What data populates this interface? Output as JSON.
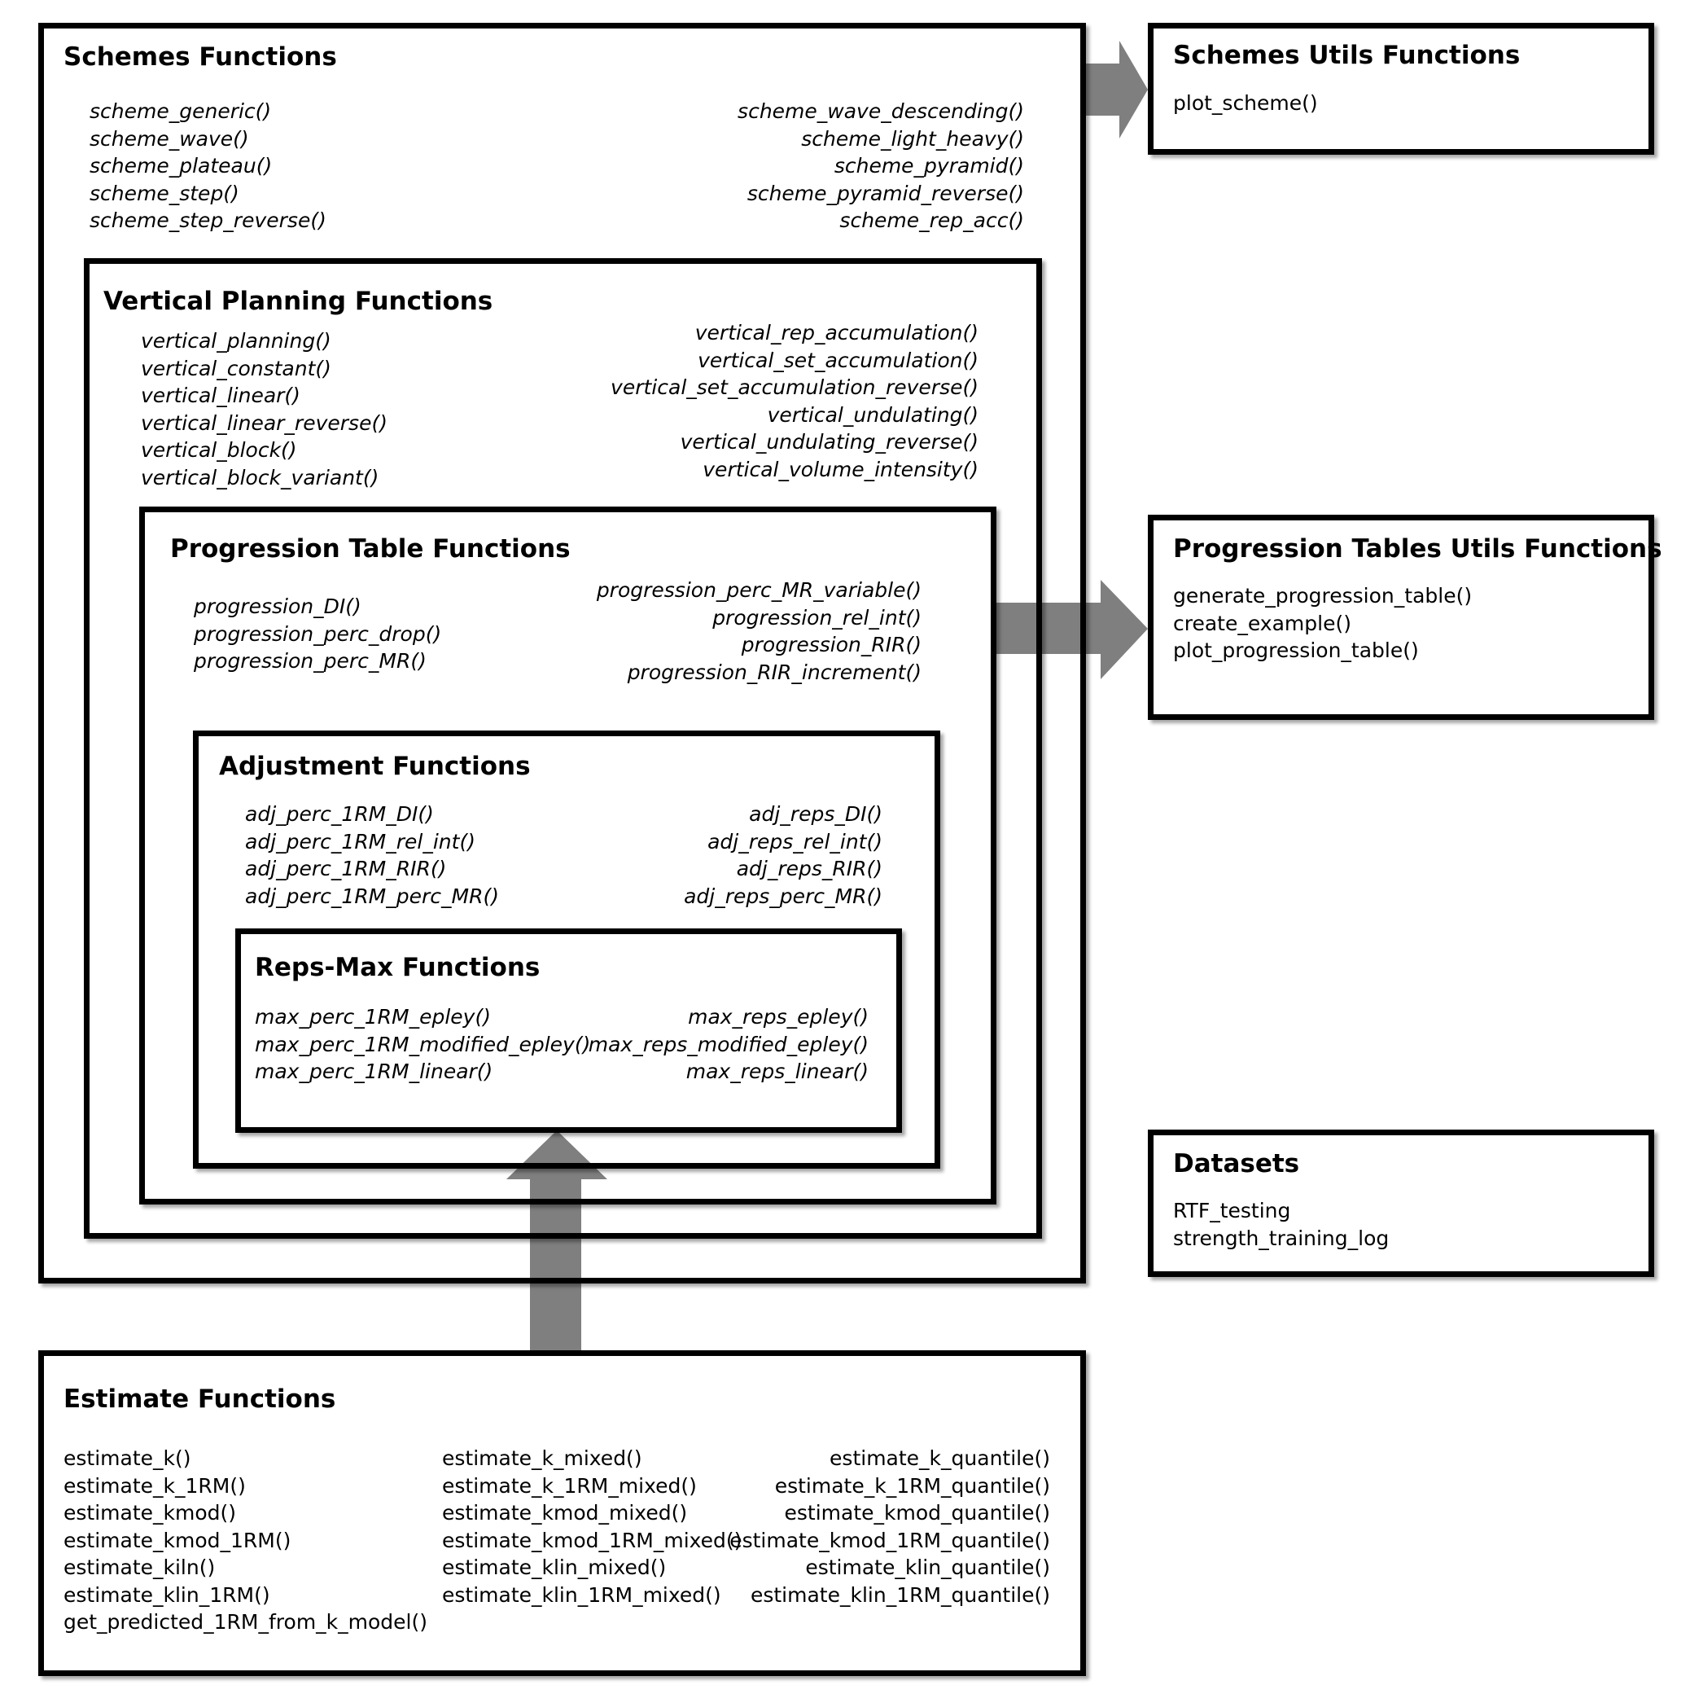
{
  "colors": {
    "border": "#000000",
    "arrow": "#7f7f7f",
    "background": "#ffffff"
  },
  "schemes": {
    "title": "Schemes Functions",
    "left": [
      "scheme_generic()",
      "scheme_wave()",
      "scheme_plateau()",
      "scheme_step()",
      "scheme_step_reverse()"
    ],
    "right": [
      "scheme_wave_descending()",
      "scheme_light_heavy()",
      "scheme_pyramid()",
      "scheme_pyramid_reverse()",
      "scheme_rep_acc()"
    ]
  },
  "vertical": {
    "title": "Vertical Planning Functions",
    "left": [
      "vertical_planning()",
      "vertical_constant()",
      "vertical_linear()",
      "vertical_linear_reverse()",
      "vertical_block()",
      "vertical_block_variant()"
    ],
    "right": [
      "vertical_rep_accumulation()",
      "vertical_set_accumulation()",
      "vertical_set_accumulation_reverse()",
      "vertical_undulating()",
      "vertical_undulating_reverse()",
      "vertical_volume_intensity()"
    ]
  },
  "progression": {
    "title": "Progression Table Functions",
    "left": [
      "progression_DI()",
      "progression_perc_drop()",
      "progression_perc_MR()"
    ],
    "right": [
      "progression_perc_MR_variable()",
      "progression_rel_int()",
      "progression_RIR()",
      "progression_RIR_increment()"
    ]
  },
  "adjustment": {
    "title": "Adjustment Functions",
    "left": [
      "adj_perc_1RM_DI()",
      "adj_perc_1RM_rel_int()",
      "adj_perc_1RM_RIR()",
      "adj_perc_1RM_perc_MR()"
    ],
    "right": [
      "adj_reps_DI()",
      "adj_reps_rel_int()",
      "adj_reps_RIR()",
      "adj_reps_perc_MR()"
    ]
  },
  "repsmax": {
    "title": "Reps-Max Functions",
    "left": [
      "max_perc_1RM_epley()",
      "max_perc_1RM_modified_epley()",
      "max_perc_1RM_linear()"
    ],
    "right": [
      "max_reps_epley()",
      "max_reps_modified_epley()",
      "max_reps_linear()"
    ]
  },
  "estimate": {
    "title": "Estimate Functions",
    "col1": [
      "estimate_k()",
      "estimate_k_1RM()",
      "estimate_kmod()",
      "estimate_kmod_1RM()",
      "estimate_kiln()",
      "estimate_klin_1RM()",
      "get_predicted_1RM_from_k_model()"
    ],
    "col2": [
      "estimate_k_mixed()",
      "estimate_k_1RM_mixed()",
      "estimate_kmod_mixed()",
      "estimate_kmod_1RM_mixed()",
      "estimate_klin_mixed()",
      "estimate_klin_1RM_mixed()"
    ],
    "col3": [
      "estimate_k_quantile()",
      "estimate_k_1RM_quantile()",
      "estimate_kmod_quantile()",
      "estimate_kmod_1RM_quantile()",
      "estimate_klin_quantile()",
      "estimate_klin_1RM_quantile()"
    ]
  },
  "scheme_utils": {
    "title": "Schemes Utils Functions",
    "items": [
      "plot_scheme()"
    ]
  },
  "prog_utils": {
    "title": "Progression Tables Utils Functions",
    "items": [
      "generate_progression_table()",
      "create_example()",
      "plot_progression_table()"
    ]
  },
  "datasets": {
    "title": "Datasets",
    "items": [
      "RTF_testing",
      "strength_training_log"
    ]
  }
}
